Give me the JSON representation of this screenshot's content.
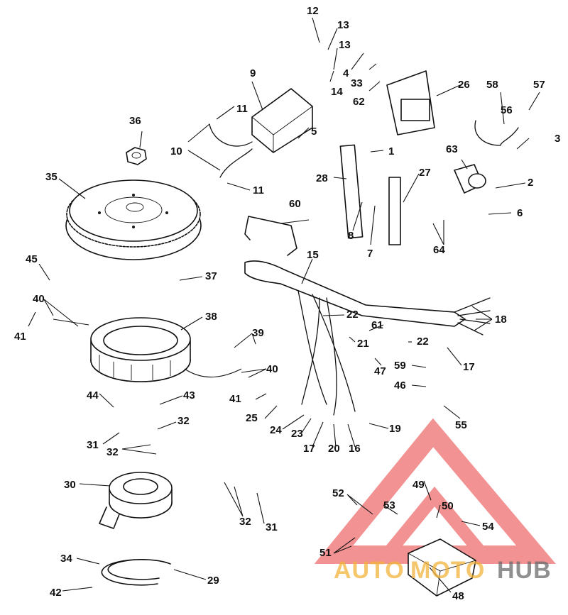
{
  "callouts": [
    "1",
    "2",
    "3",
    "4",
    "5",
    "6",
    "7",
    "8",
    "9",
    "10",
    "11",
    "11",
    "12",
    "13",
    "13",
    "14",
    "15",
    "16",
    "17",
    "17",
    "18",
    "19",
    "20",
    "21",
    "22",
    "22",
    "23",
    "24",
    "25",
    "26",
    "27",
    "28",
    "29",
    "30",
    "31",
    "31",
    "32",
    "32",
    "32",
    "33",
    "34",
    "35",
    "36",
    "37",
    "38",
    "39",
    "40",
    "40",
    "41",
    "41",
    "42",
    "43",
    "44",
    "45",
    "46",
    "47",
    "48",
    "49",
    "50",
    "51",
    "52",
    "53",
    "54",
    "55",
    "56",
    "57",
    "58",
    "59",
    "60",
    "61",
    "62",
    "63",
    "64"
  ],
  "watermark": {
    "auto": "AUTO",
    "moto": "MOTO",
    "hub": "HUB",
    "colors": {
      "triangle": "#e83a3a",
      "auto": "#f2b43a",
      "hub": "#6b6b6b"
    }
  }
}
